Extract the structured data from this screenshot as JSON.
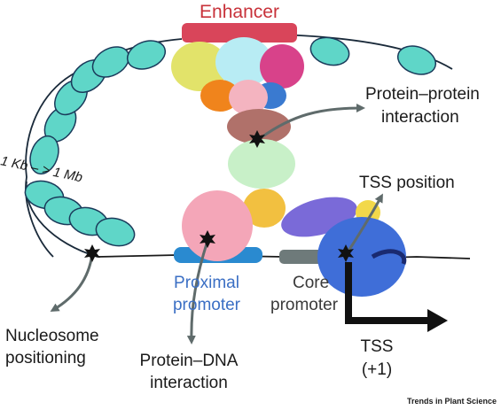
{
  "labels": {
    "enhancer": "Enhancer",
    "protein_protein": [
      "Protein–protein",
      "interaction"
    ],
    "distance": "1 Kb – > 1 Mb",
    "tss_position": "TSS position",
    "proximal": [
      "Proximal",
      "promoter"
    ],
    "core": [
      "Core",
      "promoter"
    ],
    "nucleosome": [
      "Nucleosome",
      "positioning"
    ],
    "protein_dna": [
      "Protein–DNA",
      "interaction"
    ],
    "tss": [
      "TSS",
      "(+1)"
    ],
    "source": "Trends in Plant Science"
  },
  "colors": {
    "enhancer_text": "#c8323a",
    "proximal_text": "#3b6fc4",
    "nucleosome": "#5fd6c8",
    "pol2": "#3f6ed8",
    "arrow": "#5f6b6b"
  }
}
